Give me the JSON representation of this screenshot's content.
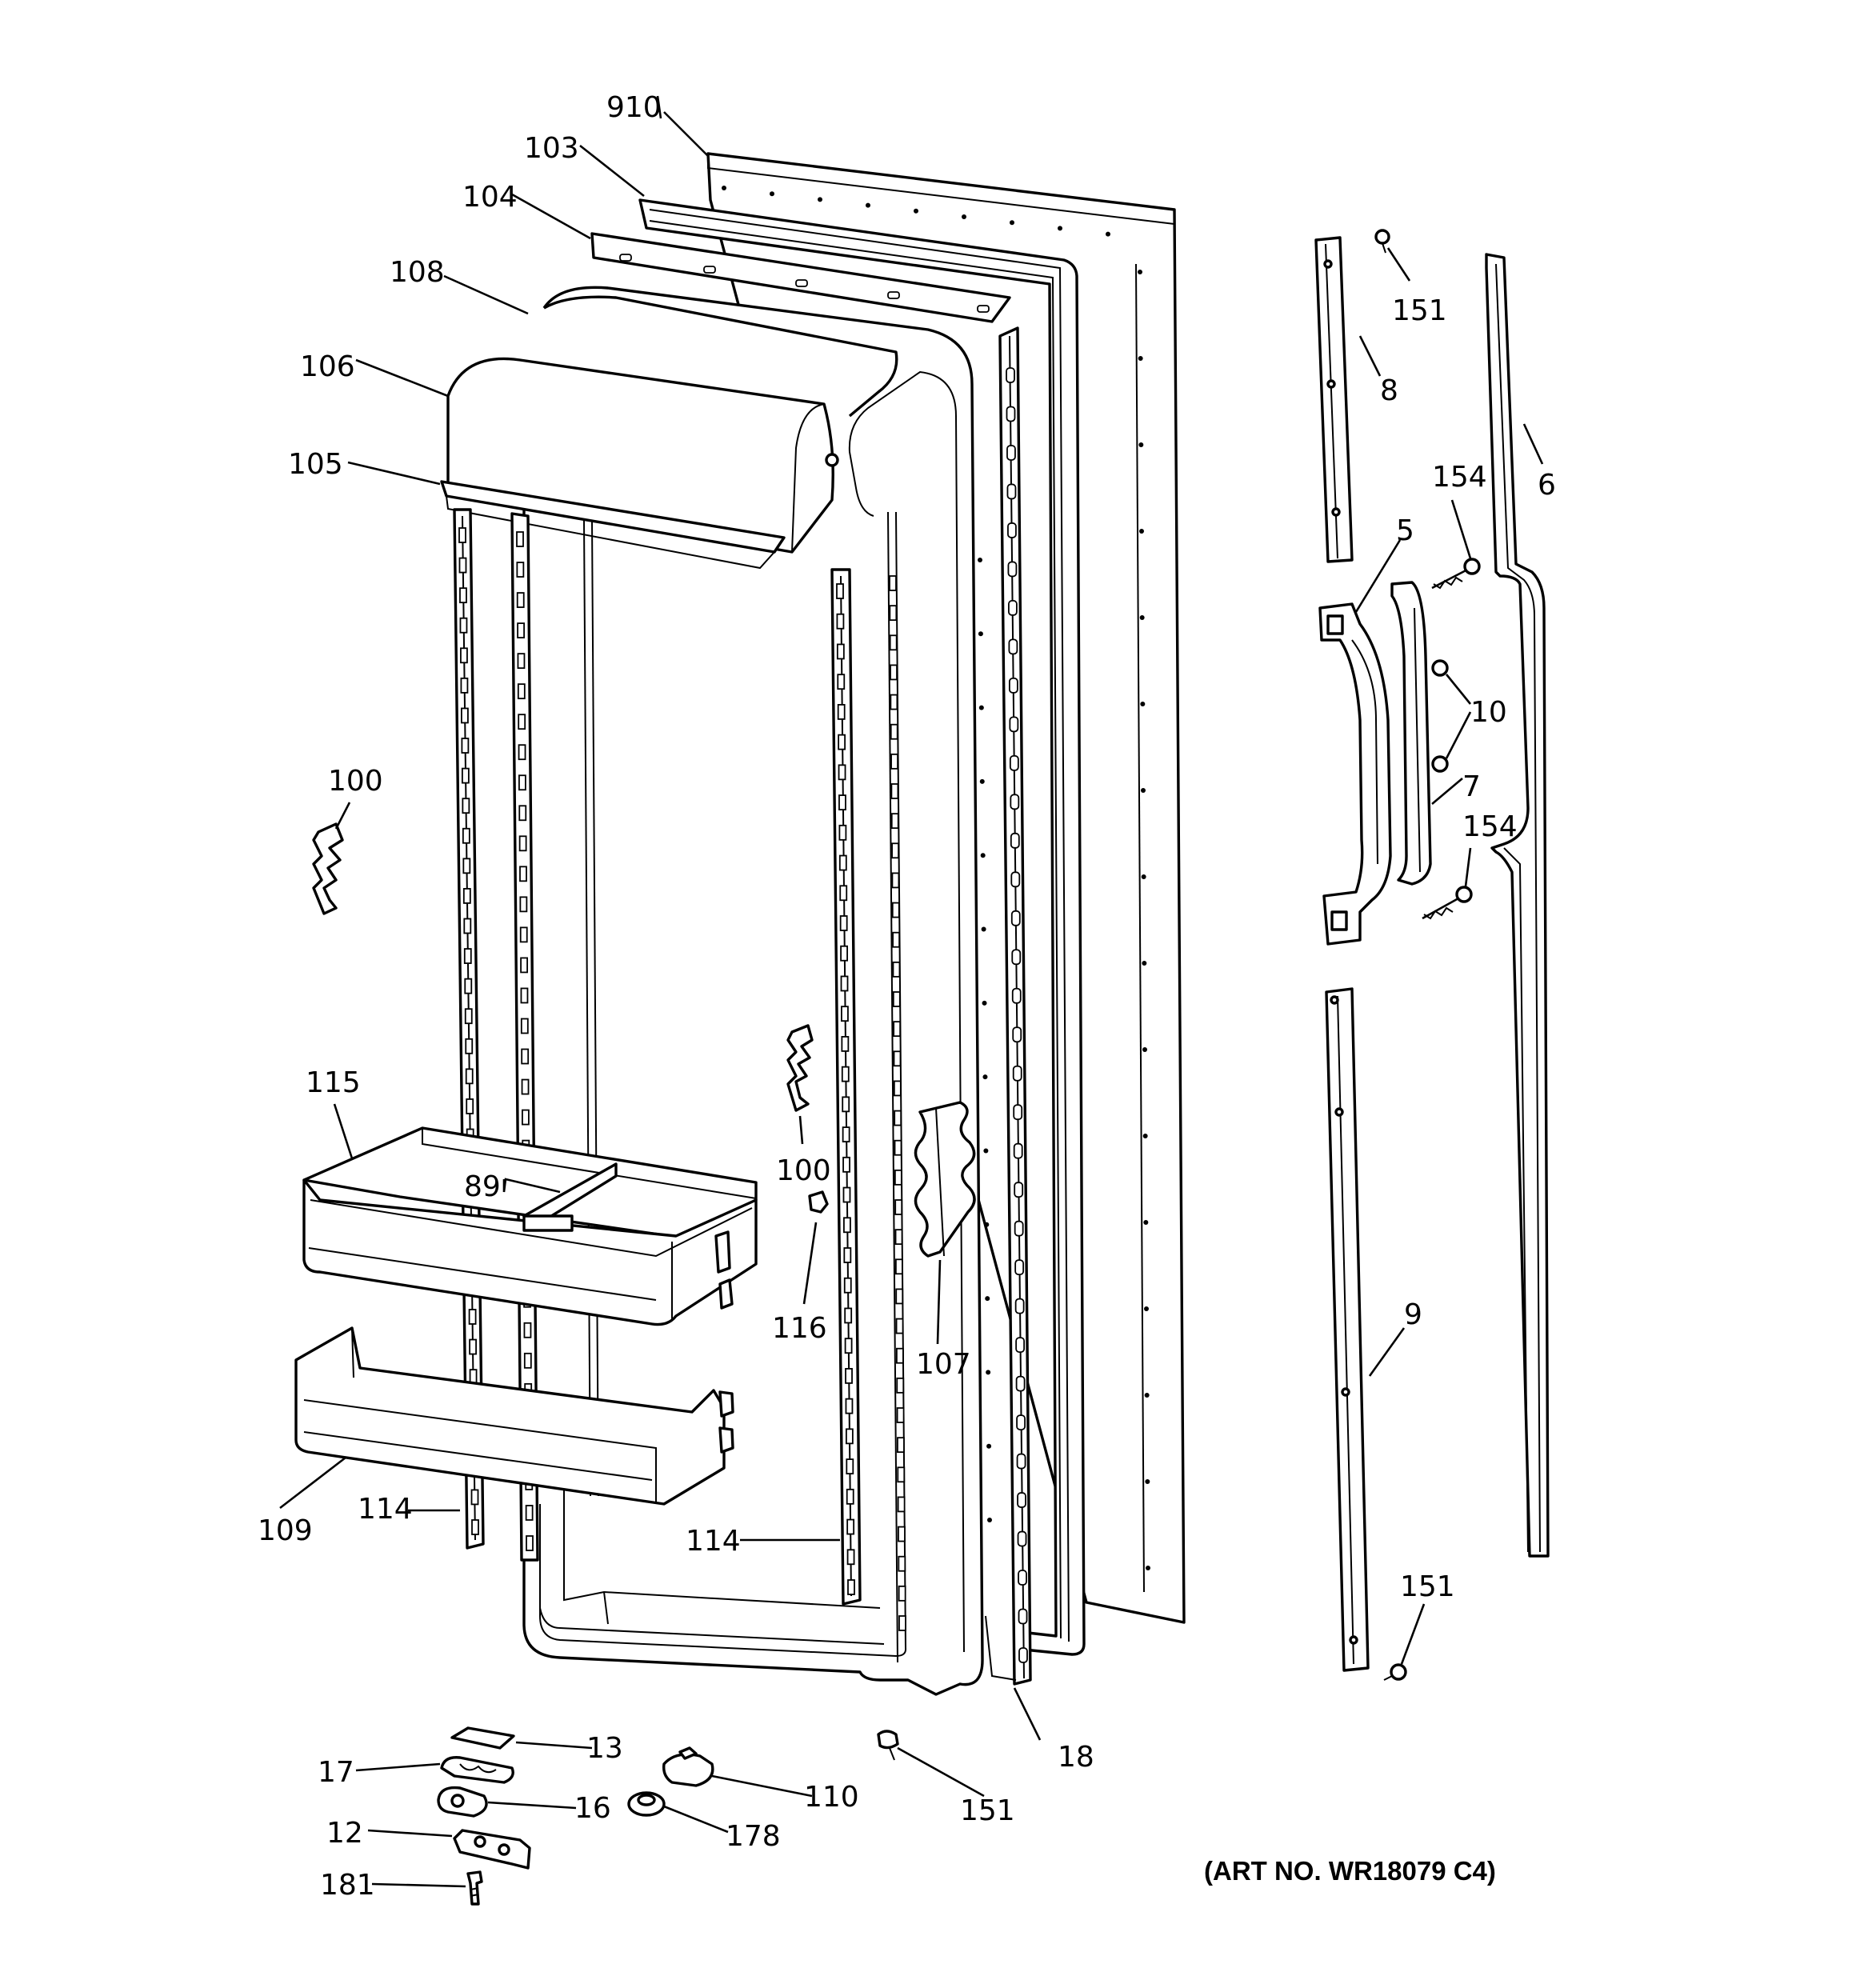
{
  "diagram": {
    "art_number": "(ART NO. WR18079 C4)",
    "callouts": {
      "c910": "910",
      "c103": "103",
      "c104": "104",
      "c108": "108",
      "c106": "106",
      "c105": "105",
      "c100a": "100",
      "c100b": "100",
      "c115": "115",
      "c89": "89",
      "c116": "116",
      "c107": "107",
      "c109": "109",
      "c114a": "114",
      "c114b": "114",
      "c13": "13",
      "c17": "17",
      "c16": "16",
      "c12": "12",
      "c181": "181",
      "c110": "110",
      "c178": "178",
      "c151a": "151",
      "c18": "18",
      "c151b": "151",
      "c8": "8",
      "c6": "6",
      "c154a": "154",
      "c5": "5",
      "c10": "10",
      "c7": "7",
      "c154b": "154",
      "c9": "9",
      "c151c": "151"
    }
  }
}
